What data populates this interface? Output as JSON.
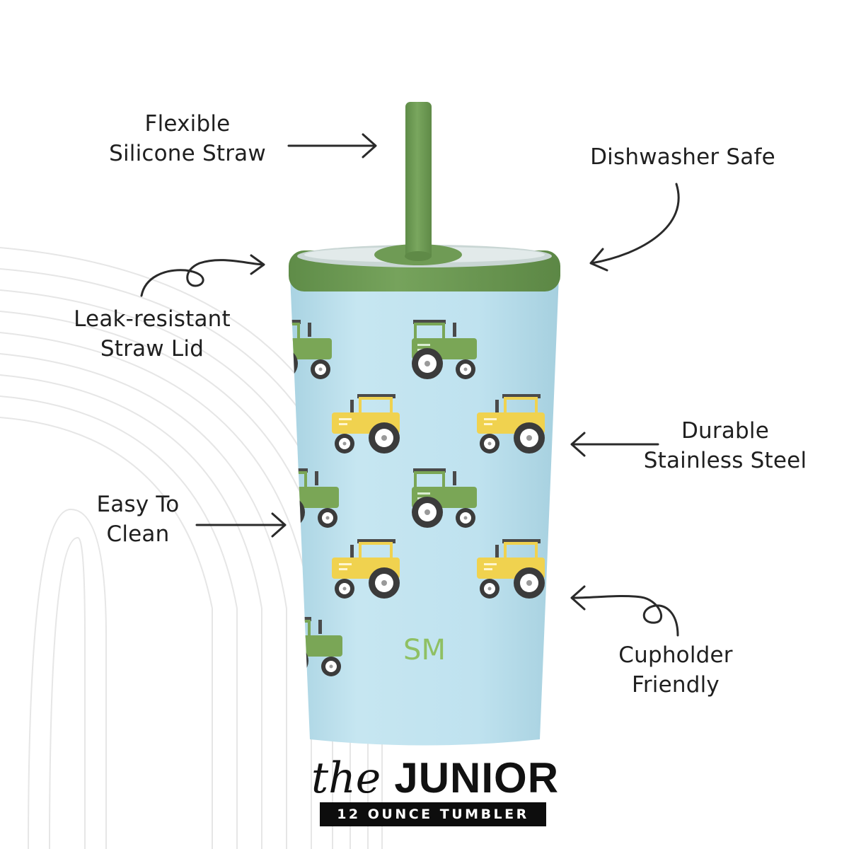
{
  "features": {
    "straw": {
      "line1": "Flexible",
      "line2": "Silicone Straw"
    },
    "dishwasher": {
      "line1": "Dishwasher Safe"
    },
    "lid": {
      "line1": "Leak-resistant",
      "line2": "Straw Lid"
    },
    "steel": {
      "line1": "Durable",
      "line2": "Stainless Steel"
    },
    "clean": {
      "line1": "Easy To",
      "line2": "Clean"
    },
    "cupholder": {
      "line1": "Cupholder",
      "line2": "Friendly"
    }
  },
  "product": {
    "logo_mark": "SM",
    "title_script": "the",
    "title_main": "JUNIOR",
    "subtitle": "12 OUNCE TUMBLER"
  },
  "icons": [
    "tractor-icon",
    "arrow-icon"
  ],
  "colors": {
    "tumbler_body": "#bfe2ef",
    "lid_and_straw": "#6f9b55",
    "tractor_green": "#7aa656",
    "tractor_yellow": "#f0d24f",
    "text": "#1f1f1f",
    "background": "#ffffff"
  }
}
